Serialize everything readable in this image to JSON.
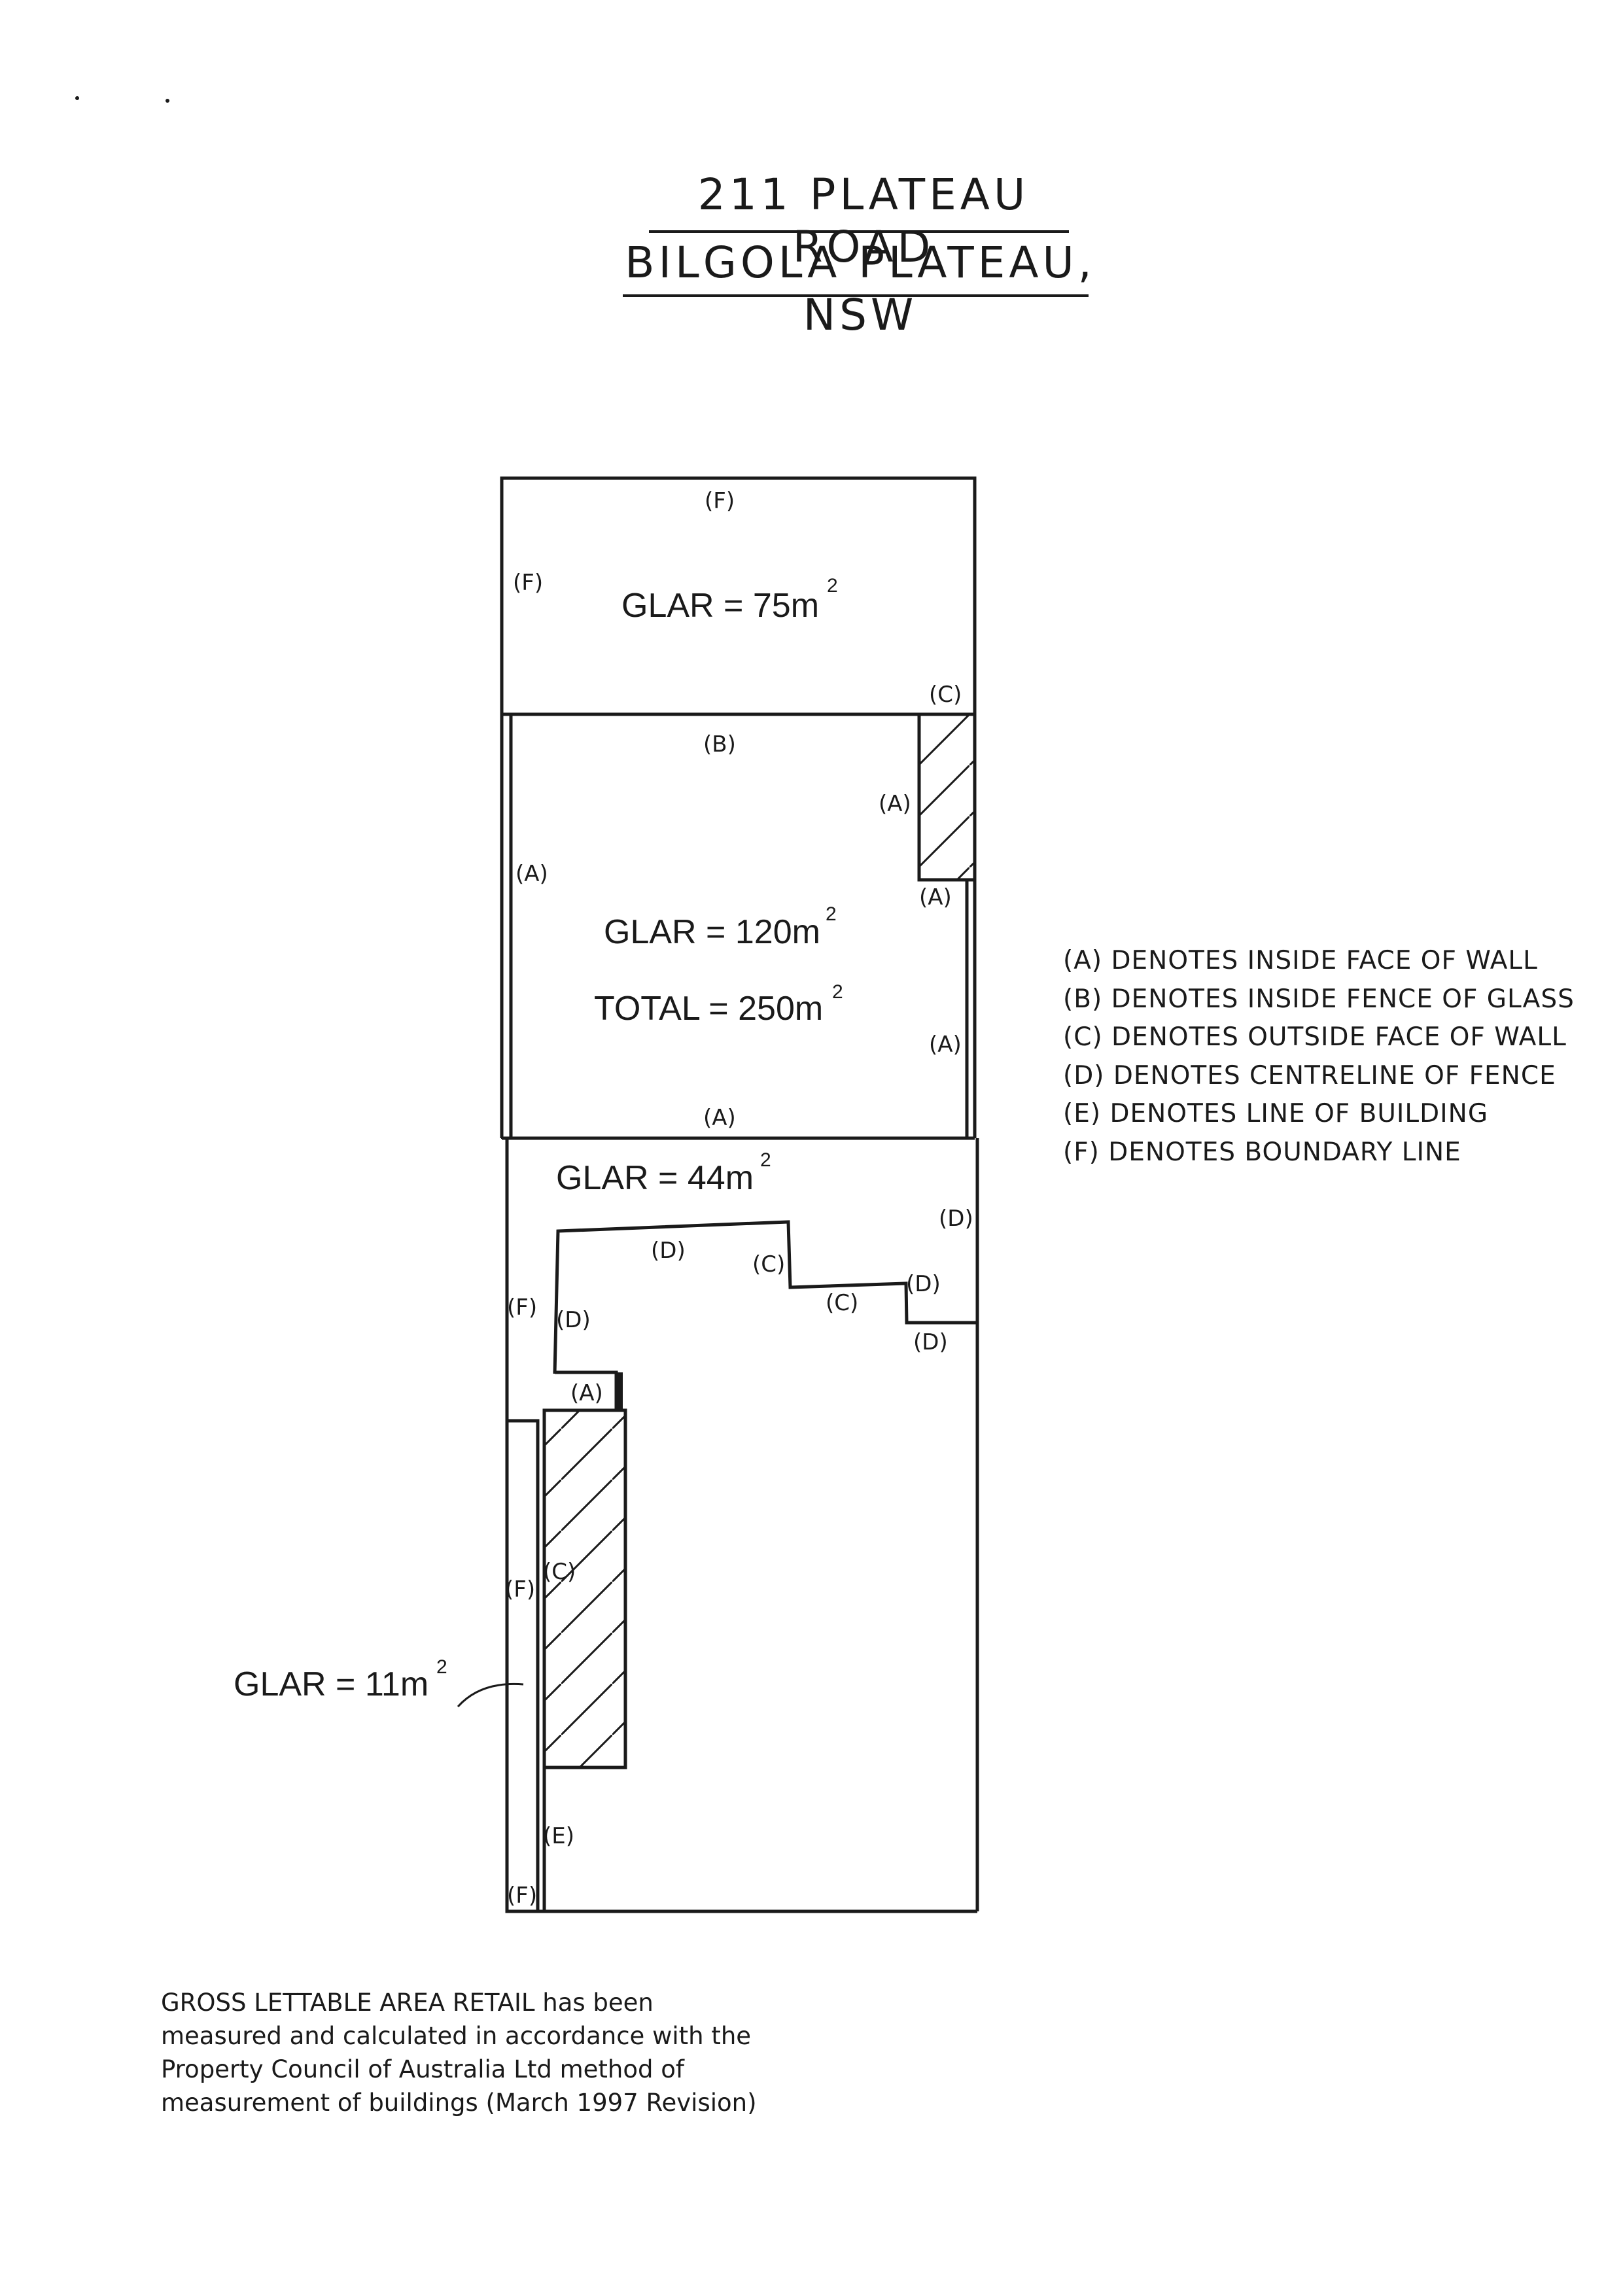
{
  "header": {
    "line1": "211 PLATEAU ROAD",
    "line2": "BILGOLA PLATEAU, NSW"
  },
  "areas": {
    "area1": "GLAR = 75m",
    "area2": "GLAR = 120m",
    "total": "TOTAL = 250m",
    "area3": "GLAR = 44m",
    "area4": "GLAR = 11m",
    "superscript": "2"
  },
  "markers": {
    "f_top": "(F)",
    "f_left_top": "(F)",
    "c_top_right": "(C)",
    "b_mid": "(B)",
    "a_hatch": "(A)",
    "a_left": "(A)",
    "a_below_hatch": "(A)",
    "a_right": "(A)",
    "a_bottom": "(A)",
    "d_right": "(D)",
    "d_fence": "(D)",
    "c_fence1": "(C)",
    "c_fence2": "(C)",
    "d_step": "(D)",
    "d_step_below": "(D)",
    "f_left_mid": "(F)",
    "d_left": "(D)",
    "a_lower": "(A)",
    "c_lower": "(C)",
    "f_lower": "(F)",
    "e_lower": "(E)",
    "f_bottom": "(F)"
  },
  "legend": [
    "(A) DENOTES INSIDE FACE OF WALL",
    "(B) DENOTES INSIDE FENCE OF GLASS",
    "(C) DENOTES OUTSIDE FACE OF WALL",
    "(D) DENOTES CENTRELINE OF FENCE",
    "(E) DENOTES LINE OF BUILDING",
    "(F) DENOTES BOUNDARY LINE"
  ],
  "note": [
    "GROSS  LETTABLE  AREA RETAIL has been",
    "measured and calculated in accordance with the",
    "Property Council of Australia Ltd method of",
    "measurement of buildings (March 1997 Revision)"
  ]
}
